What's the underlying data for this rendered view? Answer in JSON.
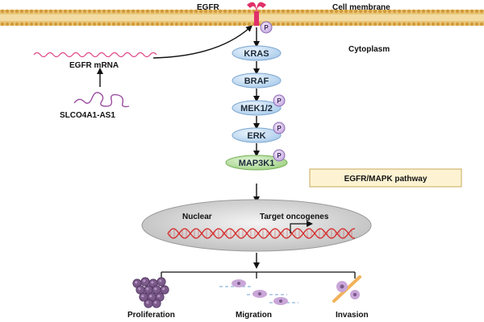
{
  "labels": {
    "egfr": "EGFR",
    "cell_membrane": "Cell membrane",
    "cytoplasm": "Cytoplasm",
    "egfr_mrna": "EGFR mRNA",
    "lncrna": "SLCO4A1-AS1",
    "nuclear": "Nuclear",
    "target_oncogenes": "Target oncogenes",
    "pathway": "EGFR/MAPK pathway",
    "proliferation": "Proliferation",
    "migration": "Migration",
    "invasion": "Invasion",
    "phospho": "P"
  },
  "cascade": [
    {
      "name": "KRAS",
      "phosphorylated": false
    },
    {
      "name": "BRAF",
      "phosphorylated": false
    },
    {
      "name": "MEK1/2",
      "phosphorylated": true
    },
    {
      "name": "ERK",
      "phosphorylated": true
    },
    {
      "name": "MAP3K1",
      "phosphorylated": true
    }
  ],
  "colors": {
    "membrane_outer": "#e8c77a",
    "membrane_inner": "#f3dca4",
    "membrane_dot": "#d49a3a",
    "receptor": "#e0306a",
    "node_fill": "#cfe3f6",
    "node_stroke": "#7fa8cf",
    "map3k1_fill": "#bfe3a8",
    "map3k1_stroke": "#78b05a",
    "phospho_fill": "#dcc7ef",
    "phospho_stroke": "#8d6bb3",
    "mrna": "#e04a8a",
    "lncrna": "#9a4da0",
    "nucleus_fill": "#d9d9d9",
    "dna_red": "#d43030",
    "pathway_box": "#fdf3d2",
    "pathway_border": "#c9a95a",
    "cell_purple": "#7c5a8a",
    "migration_cell": "#c9a6d8",
    "invasion_bar": "#f2b25a"
  }
}
